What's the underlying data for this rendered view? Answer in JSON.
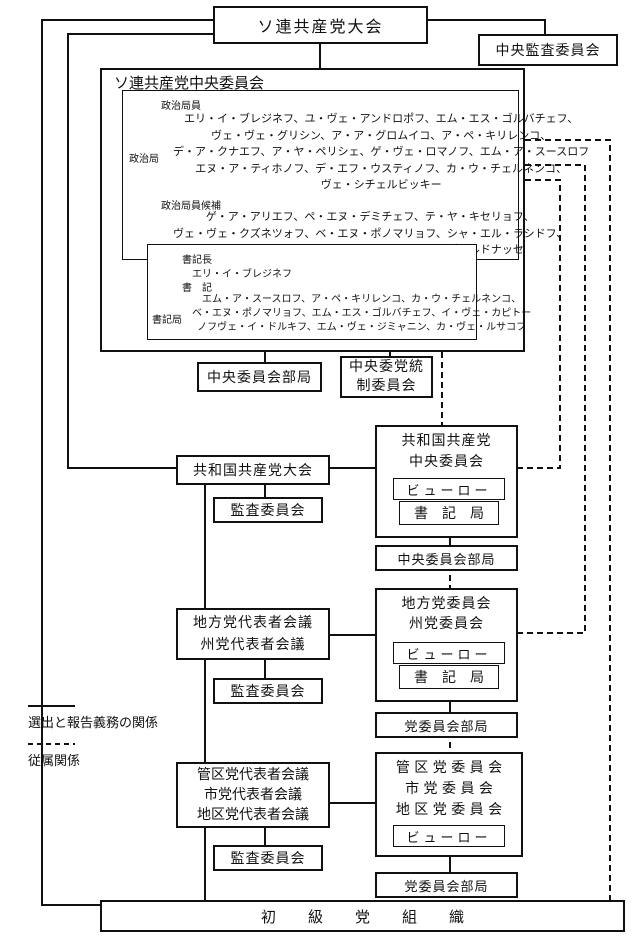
{
  "top": {
    "congress": "ソ連共産党大会",
    "audit": "中央監査委員会"
  },
  "cc": {
    "title": "ソ連共産党中央委員会",
    "politburo_side_label": "政治局",
    "politburo_members_title": "政治局員",
    "politburo_members": [
      "エリ・イ・ブレジネフ、ユ・ヴェ・アンドロポフ、エム・エス・ゴルバチェフ、",
      "ヴェ・ヴェ・グリシン、ア・ア・グロムイコ、ア・ペ・キリレンコ、",
      "デ・ア・クナエフ、ア・ヤ・ペリシェ、ゲ・ヴェ・ロマノフ、エム・ア・スースロフ",
      "エヌ・ア・ティホノフ、デ・エフ・ウスティノフ、カ・ウ・チェルネンコ、",
      "ヴェ・シチェルビッキー"
    ],
    "candidates_title": "政治局員候補",
    "candidates": [
      "ゲ・ア・アリエフ、ペ・エヌ・デミチェフ、テ・ヤ・キセリョフ、",
      "ヴェ・ヴェ・クズネツォフ、ベ・エヌ・ポノマリョフ、シャ・エル・ラシドフ、",
      "エム・エス・ソロメンツェフ、イエ・ア・シェヴァルドナッセ"
    ],
    "secretariat_side_label": "書記局",
    "general_secretary_title": "書記長",
    "general_secretary": "エリ・イ・ブレジネフ",
    "secretaries_title": "書　記",
    "secretaries": [
      "エム・ア・スースロフ、ア・ペ・キリレンコ、カ・ウ・チェルネンコ、",
      "ベ・エヌ・ポノマリョフ、エム・エス・ゴルバチェフ、イ・ヴェ・カピトー",
      "ノフヴェ・イ・ドルキフ、エム・ヴェ・ジミャニン、カ・ヴェ・ルサコフ"
    ]
  },
  "cc_departments": "中央委員会部局",
  "control_committee": [
    "中央委党統",
    "制委員会"
  ],
  "republic": {
    "congress": "共和国共産党大会",
    "audit": "監査委員会",
    "cc_title": [
      "共和国共産党",
      "中央委員会"
    ],
    "bureau": "ビューロー",
    "secretariat": "書　記　局",
    "departments": "中央委員会部局"
  },
  "regional": {
    "conference": [
      "地方党代表者会議",
      "州党代表者会議"
    ],
    "audit": "監査委員会",
    "committee": [
      "地方党委員会",
      "州党委員会"
    ],
    "bureau": "ビューロー",
    "secretariat": "書　記　局",
    "departments": "党委員会部局"
  },
  "district": {
    "conference": [
      "管区党代表者会議",
      "市党代表者会議",
      "地区党代表者会議"
    ],
    "audit": "監査委員会",
    "committee": [
      "管 区 党 委 員 会",
      "市 党 委 員 会",
      "地 区 党 委 員 会"
    ],
    "bureau": "ビューロー",
    "departments": "党委員会部局"
  },
  "primary": "初級党組織",
  "legend": {
    "solid": "選出と報告義務の関係",
    "dashed": "従属関係"
  }
}
